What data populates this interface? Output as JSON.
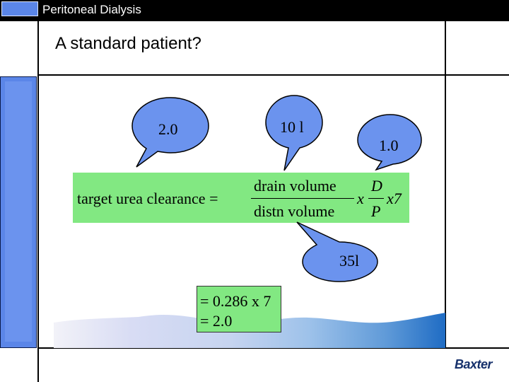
{
  "header": {
    "title": "Peritoneal Dialysis"
  },
  "slide": {
    "title": "A standard patient?"
  },
  "bubbles": {
    "dose": "2.0",
    "drain": "10 l",
    "dp": "1.0",
    "distn": "35l"
  },
  "formula": {
    "lhs": "target urea clearance =",
    "numerator": "drain volume",
    "denominator": "distn volume",
    "times1": "x",
    "d": "D",
    "p": "P",
    "times2": "x7"
  },
  "result": {
    "line1": "= 0.286 x 7",
    "line2": "= 2.0"
  },
  "brand": {
    "logo_text": "Baxter"
  },
  "colors": {
    "bubble": "#6b93ee",
    "formula_bg": "#82e882",
    "accent": "#5b86e8"
  }
}
